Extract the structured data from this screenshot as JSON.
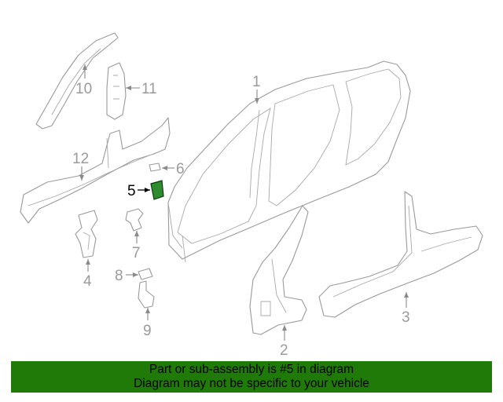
{
  "diagram": {
    "callouts": {
      "c1": "1",
      "c2": "2",
      "c3": "3",
      "c4": "4",
      "c5": "5",
      "c6": "6",
      "c7": "7",
      "c8": "8",
      "c9": "9",
      "c10": "10",
      "c11": "11",
      "c12": "12"
    },
    "highlighted_part": "5",
    "highlight_color": "#2e8b2e"
  },
  "banner": {
    "line1": "Part or sub-assembly is #5 in diagram",
    "line2": "Diagram may not be specific to your vehicle",
    "color": "#1f7a08"
  }
}
